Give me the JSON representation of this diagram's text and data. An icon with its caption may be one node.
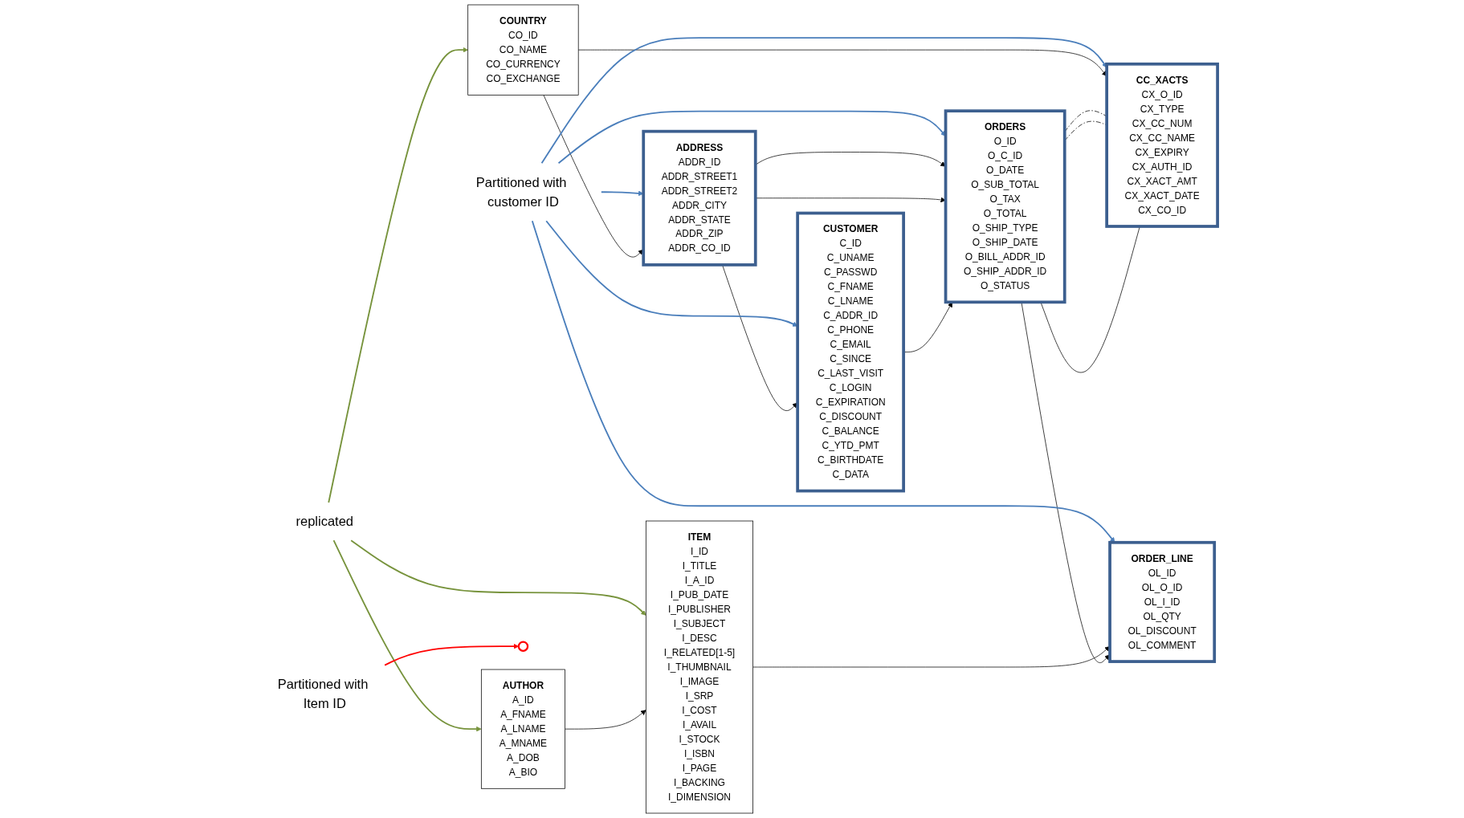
{
  "diagram": {
    "nodes": [
      {
        "text": [
          "CUSTOMER",
          "C_ID C_UNAME C_PASSWD C_FNAME C_LNAME C_ADDR_ID C_PHONE C_EMAIL C_SINCE C_LAST_VISIT C_LOGIN C_EXPIRATION C_DISCOUNT C_BALANCE C_YTD_PMT C_BIRTHDATE C_DATA"
        ]
      },
      {
        "text": [
          "ORDERS",
          "O_ID O_C_ID O_DATE O_SUB_TOTAL O_TAX O_TOTAL O_SHIP_TYPE O_SHIP_DATE O_BILL_ADDR_ID O_SHIP_ADDR_ID O_STATUS"
        ]
      },
      {
        "text": [
          "ORDER_LINE",
          "OL_ID OL_O_ID OL_I_ID OL_QTY OL_DISCOUNT OL_COMMENT"
        ]
      },
      {
        "text": [
          "ITEM",
          "I_ID I_TITLE I_A_ID I_PUB_DATE I_PUBLISHER I_SUBJECT I_DESC I_RELATED[1-5] I_THUMBNAIL I_IMAGE I_SRP I_COST I_AVAIL I_STOCK I_ISBN I_PAGE I_BACKING I_DIMENSION"
        ]
      },
      {
        "text": [
          "CC_XACTS",
          "CX_O_ID CX_TYPE CX_CC_NUM CX_CC_NAME CX_EXPIRY CX_AUTH_ID CX_XACT_AMT CX_XACT_DATE CX_CO_ID"
        ]
      },
      {
        "text": [
          "ADDRESS",
          "ADDR_ID ADDR_STREET1 ADDR_STREET2 ADDR_CITY ADDR_STATE ADDR_ZIP ADDR_CO_ID"
        ]
      },
      {
        "text": [
          "COUNTRY",
          "CO_ID CO_NAME CO_CURRENCY CO_EXCHANGE"
        ]
      },
      {
        "text": [
          "AUTHOR",
          "A_ID A_FNAME A_LNAME A_MNAME A_DOB A_BIO"
        ]
      },
      {
        "text": [
          "Partitioned with customer ID"
        ]
      },
      {
        "text": [
          "Partitioned with Item ID"
        ]
      },
      {
        "text": [
          "replicated"
        ]
      },
      {
        "text": [],
        "shape": "ellipse"
      }
    ],
    "edges": [
      {
        "from": 0,
        "to": 1,
        "arrow": "to"
      },
      {
        "from": 5,
        "to": 0,
        "arrow": "to"
      },
      {
        "from": 5,
        "to": 1,
        "arrow": "to"
      },
      {
        "from": 5,
        "to": 1,
        "arrow": "to"
      },
      {
        "from": 1,
        "to": 2,
        "arrow": "to"
      },
      {
        "from": 3,
        "to": 2,
        "arrow": "to"
      },
      {
        "from": 7,
        "to": 3,
        "arrow": "to"
      },
      {
        "from": 1,
        "to": 4,
        "arrow": "none"
      },
      {
        "from": 1,
        "to": 4,
        "arrow": "none",
        "style": "dashed"
      },
      {
        "from": 1,
        "to": 4,
        "arrow": "none",
        "style": "dashed"
      },
      {
        "from": 6,
        "to": 4,
        "arrow": "to"
      },
      {
        "from": 6,
        "to": 5,
        "arrow": "to"
      },
      {
        "from": 8,
        "to": 0,
        "arrow": "to",
        "color": "#4a7ebb"
      },
      {
        "from": 8,
        "to": 1,
        "arrow": "to",
        "color": "#4a7ebb"
      },
      {
        "from": 8,
        "to": 2,
        "arrow": "to",
        "color": "#4a7ebb"
      },
      {
        "from": 8,
        "to": 4,
        "arrow": "to",
        "color": "#4a7ebb"
      },
      {
        "from": 8,
        "to": 5,
        "arrow": "to",
        "color": "#4a7ebb"
      },
      {
        "from": 10,
        "to": 6,
        "arrow": "to",
        "color": "#77933c"
      },
      {
        "from": 10,
        "to": 3,
        "arrow": "to",
        "color": "#77933c"
      },
      {
        "from": 10,
        "to": 7,
        "arrow": "to",
        "color": "#77933c"
      },
      {
        "from": 9,
        "to": 11,
        "arrow": "to",
        "color": "#ff0000"
      }
    ]
  }
}
